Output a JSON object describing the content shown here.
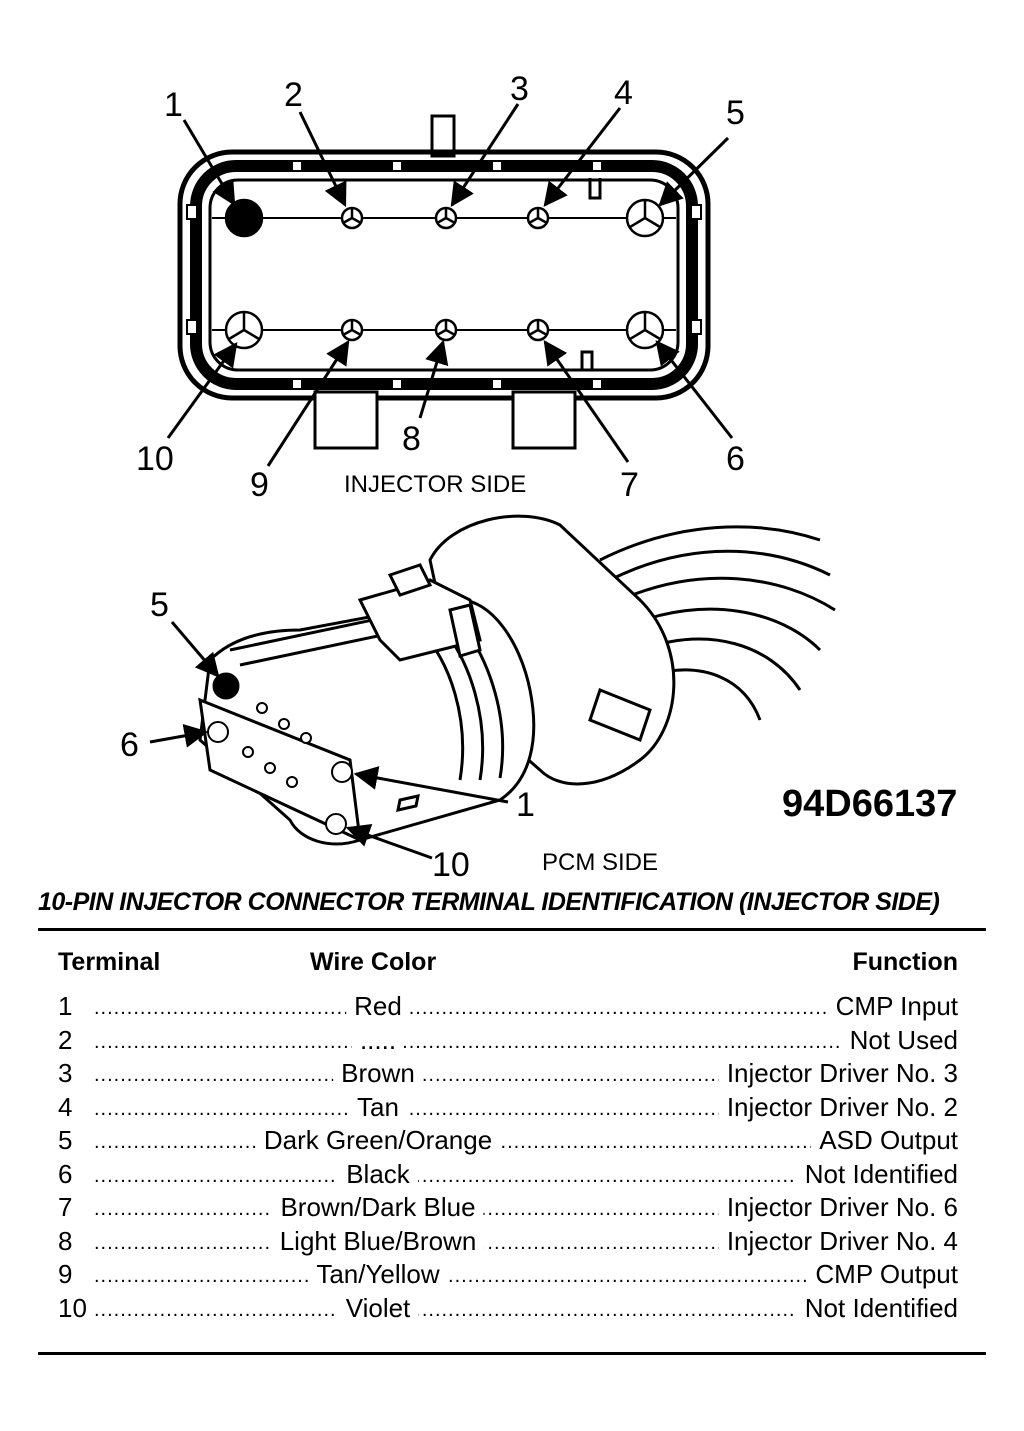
{
  "injector_side": {
    "caption": "INJECTOR SIDE",
    "pin_labels": [
      "1",
      "2",
      "3",
      "4",
      "5",
      "6",
      "7",
      "8",
      "9",
      "10"
    ]
  },
  "pcm_side": {
    "caption": "PCM SIDE",
    "pin_labels": [
      "5",
      "6",
      "1",
      "10"
    ]
  },
  "figure_code": "94D66137",
  "title": "10-PIN INJECTOR CONNECTOR TERMINAL IDENTIFICATION   (INJECTOR SIDE)",
  "table": {
    "headers": {
      "terminal": "Terminal",
      "wire_color": "Wire Color",
      "function": "Function"
    },
    "rows": [
      {
        "terminal": "1",
        "wire_color": "Red",
        "function": "CMP Input"
      },
      {
        "terminal": "2",
        "wire_color": ".....",
        "function": "Not Used"
      },
      {
        "terminal": "3",
        "wire_color": "Brown",
        "function": "Injector Driver No. 3"
      },
      {
        "terminal": "4",
        "wire_color": "Tan",
        "function": "Injector Driver No. 2"
      },
      {
        "terminal": "5",
        "wire_color": "Dark Green/Orange",
        "function": "ASD Output"
      },
      {
        "terminal": "6",
        "wire_color": "Black",
        "function": "Not Identified"
      },
      {
        "terminal": "7",
        "wire_color": "Brown/Dark Blue",
        "function": "Injector Driver No. 6"
      },
      {
        "terminal": "8",
        "wire_color": "Light Blue/Brown",
        "function": "Injector Driver No. 4"
      },
      {
        "terminal": "9",
        "wire_color": "Tan/Yellow",
        "function": "CMP Output"
      },
      {
        "terminal": "10",
        "wire_color": "Violet",
        "function": "Not Identified"
      }
    ]
  }
}
